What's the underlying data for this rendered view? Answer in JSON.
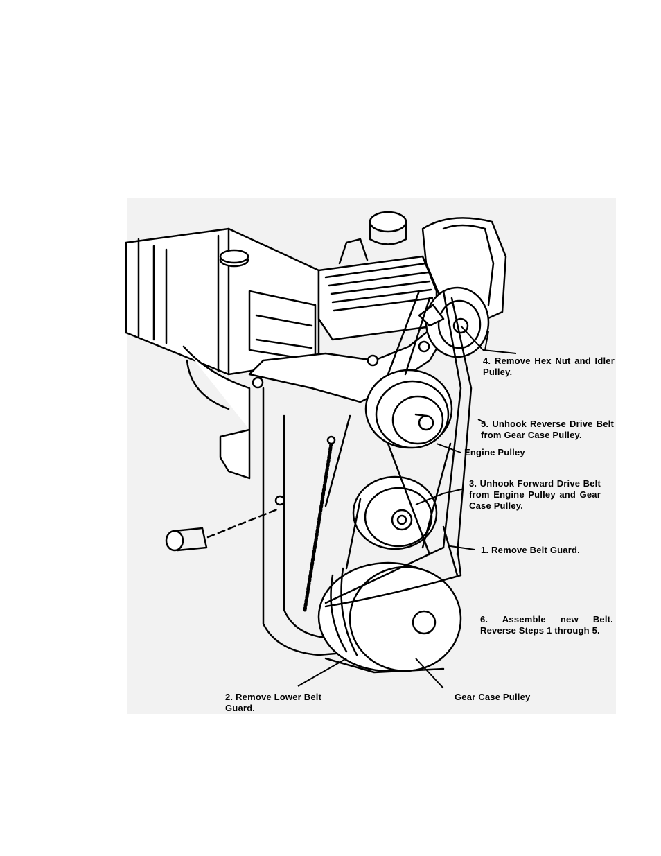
{
  "labels": {
    "step4": "4. Remove Hex Nut and Idler Pulley.",
    "step5": "5. Unhook Reverse Drive Belt from Gear Case Pulley.",
    "engine_pulley": "Engine Pulley",
    "step3": "3. Unhook Forward Drive Belt from Engine Pulley and Gear Case Pulley.",
    "step1": "1. Remove Belt Guard.",
    "step6": "6. Assemble new Belt. Reverse Steps 1 through 5.",
    "step2": "2. Remove Lower Belt Guard.",
    "gear_case_pulley": "Gear Case Pulley"
  },
  "colors": {
    "ink": "#000000",
    "panel": "#f2f2f2",
    "paper": "#ffffff"
  }
}
